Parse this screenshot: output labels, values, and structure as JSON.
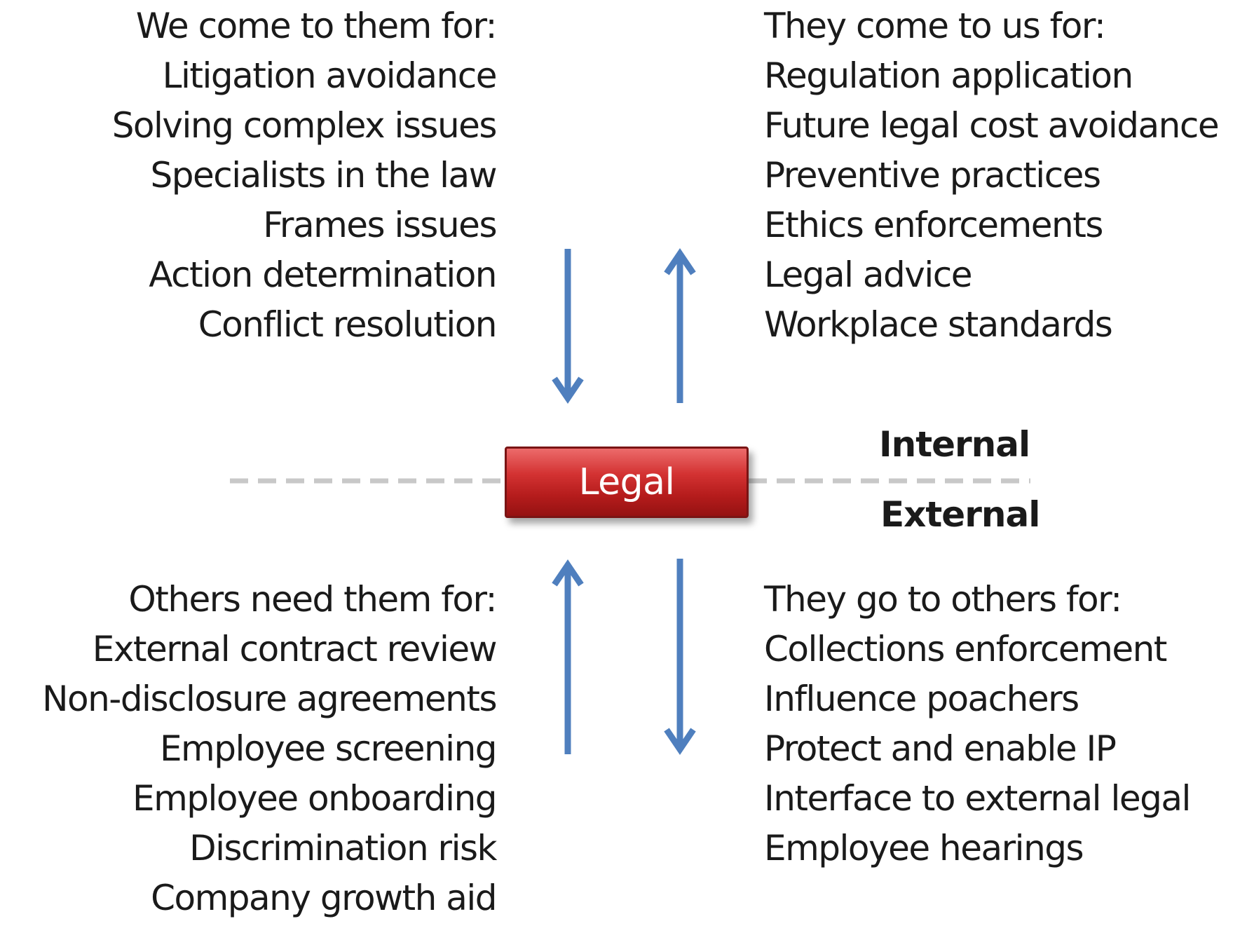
{
  "center": {
    "label": "Legal"
  },
  "divider": {
    "upper_label": "Internal",
    "lower_label": "External"
  },
  "quadrants": {
    "top_left": {
      "heading": "We come to them for:",
      "items": [
        "Litigation avoidance",
        "Solving complex issues",
        "Specialists in the law",
        "Frames issues",
        "Action determination",
        "Conflict resolution"
      ]
    },
    "top_right": {
      "heading": "They come to us for:",
      "items": [
        "Regulation application",
        "Future legal cost avoidance",
        "Preventive practices",
        "Ethics enforcements",
        "Legal advice",
        "Workplace standards"
      ]
    },
    "bottom_left": {
      "heading": "Others need them for:",
      "items": [
        "External contract review",
        "Non-disclosure agreements",
        "Employee screening",
        "Employee onboarding",
        "Discrimination risk",
        "Company growth aid"
      ]
    },
    "bottom_right": {
      "heading": "They go to others for:",
      "items": [
        "Collections enforcement",
        "Influence poachers",
        "Protect and enable IP",
        "Interface to external legal",
        "Employee hearings"
      ]
    }
  },
  "colors": {
    "arrow": "#4f7fbe",
    "divider": "#c8c8c8",
    "box_fill": "#c62828",
    "box_border": "#7a1414",
    "text": "#1a1a1a"
  }
}
